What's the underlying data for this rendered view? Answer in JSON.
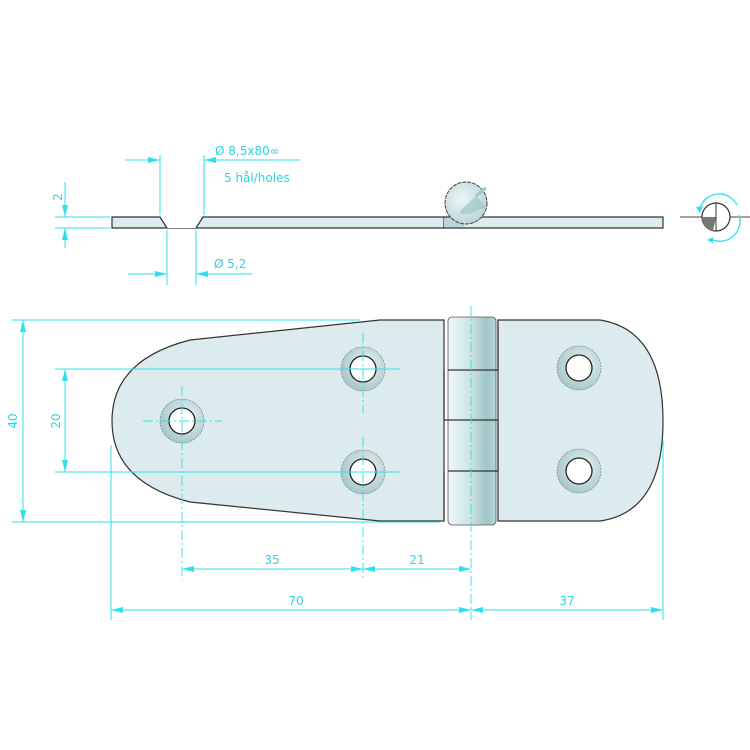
{
  "drawing": {
    "subject": "hinge technical drawing",
    "colors": {
      "dimension": "#2ee0ec",
      "dimension_text": "#2ed3e0",
      "part_fill": "#dcecee",
      "outline": "#333333",
      "countersink": "#a9c9cb"
    },
    "side_view": {
      "countersink_label": "Ø 8,5x80∞",
      "holes_label": "5 hål/holes",
      "hole_diameter_label": "Ø 5,2",
      "thickness_label": "2"
    },
    "plan_view": {
      "height_overall": "40",
      "hole_spacing_vertical": "20",
      "hole_spacing_35": "35",
      "hole_to_pin": "21",
      "left_leaf_length": "70",
      "right_leaf_length": "37"
    },
    "projection_symbol": {
      "name": "rotation-projection-symbol"
    }
  }
}
